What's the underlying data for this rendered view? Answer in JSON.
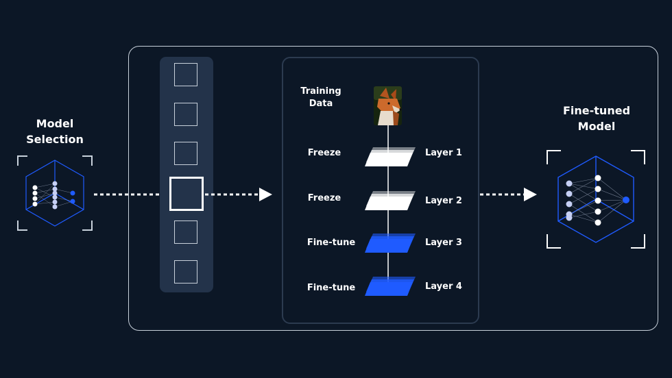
{
  "model_selection": {
    "title_line1": "Model",
    "title_line2": "Selection"
  },
  "fine_tuned_model": {
    "title_line1": "Fine-tuned",
    "title_line2": "Model"
  },
  "training_data": {
    "title_line1": "Training",
    "title_line2": "Data",
    "image": "fox-photo"
  },
  "layers": [
    {
      "action": "Freeze",
      "name": "Layer 1",
      "state": "frozen"
    },
    {
      "action": "Freeze",
      "name": "Layer 2",
      "state": "frozen"
    },
    {
      "action": "Fine-tune",
      "name": "Layer 3",
      "state": "fine-tuned"
    },
    {
      "action": "Fine-tune",
      "name": "Layer 4",
      "state": "fine-tuned"
    }
  ],
  "candidate_models": {
    "count": 6,
    "selected_index": 3
  },
  "colors": {
    "background": "#0c1726",
    "accent_blue": "#1f5bff",
    "frozen_layer": "#ffffff",
    "column_fill": "#23334a",
    "border": "#c9d2dc"
  }
}
